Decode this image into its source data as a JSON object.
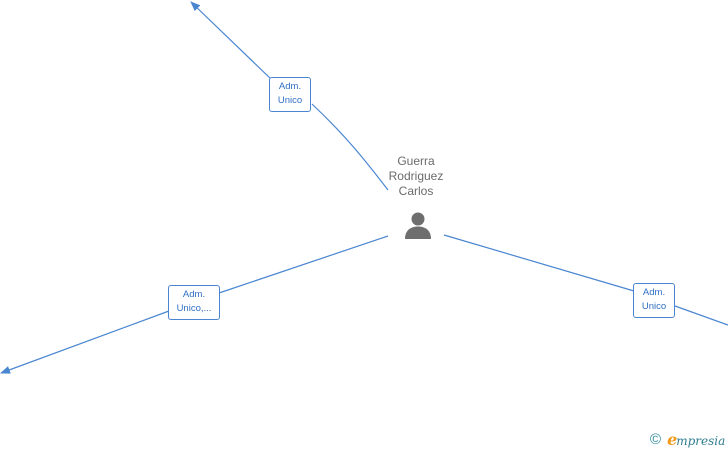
{
  "center_person": {
    "name_lines": [
      "Guerra",
      "Rodriguez",
      "Carlos"
    ],
    "icon": "person-icon"
  },
  "roles": {
    "top": [
      "Adm.",
      "Unico"
    ],
    "left": [
      "Adm.",
      "Unico,..."
    ],
    "right": [
      "Adm.",
      "Unico"
    ]
  },
  "colors": {
    "edge": "#4a86d0",
    "label_text": "#2f6fc4",
    "name_text": "#6b6b6b",
    "icon": "#6e6e6e",
    "brand_teal": "#2f7d8f",
    "brand_orange": "#f19a1b"
  },
  "footer": {
    "copyright_symbol": "©",
    "brand_initial": "e",
    "brand_rest": "mpresia"
  }
}
